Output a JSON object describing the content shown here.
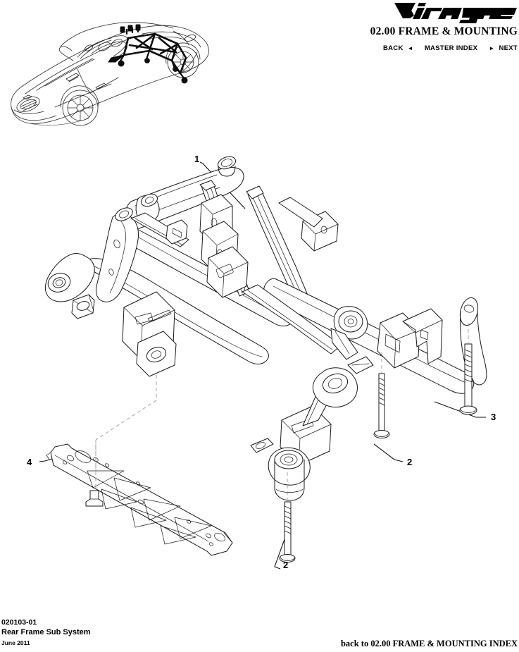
{
  "header": {
    "brand_wordmark": "Virage",
    "section_title": "02.00 FRAME & MOUNTING",
    "nav": {
      "back_label": "BACK",
      "back_arrow": "◄",
      "master_index_label": "MASTER INDEX",
      "next_arrow": "►",
      "next_label": "NEXT"
    }
  },
  "thumbnail": {
    "icon": "car-line-art-thumbnail",
    "description": "Aston Martin Virage Volante line drawing with rear frame sub system highlighted"
  },
  "diagram": {
    "icon": "rear-frame-sub-system-exploded-view",
    "callouts": [
      {
        "id": "1",
        "label": "1"
      },
      {
        "id": "2a",
        "label": "2"
      },
      {
        "id": "2b",
        "label": "2"
      },
      {
        "id": "3",
        "label": "3"
      },
      {
        "id": "4",
        "label": "4"
      }
    ]
  },
  "footer": {
    "part_number": "020103-01",
    "assembly_name": "Rear Frame Sub System",
    "date": "June 2011",
    "index_link": "back to 02.00 FRAME & MOUNTING INDEX"
  },
  "colors": {
    "ink": "#000000",
    "paper": "#ffffff",
    "line_light": "#9a9a9a",
    "highlight": "#111111"
  }
}
